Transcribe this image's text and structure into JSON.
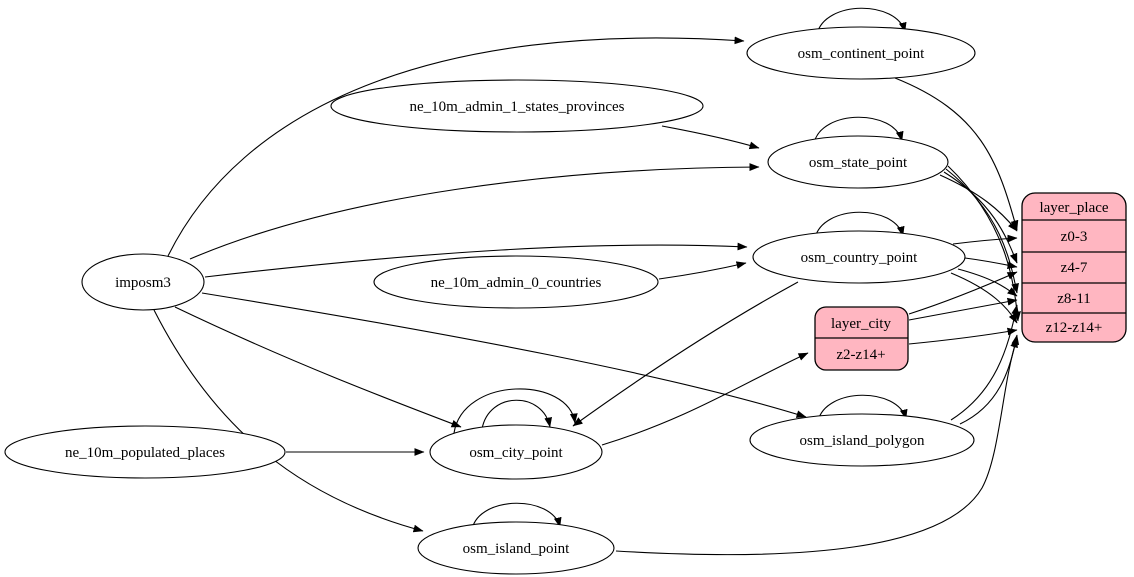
{
  "diagram": {
    "kind": "etl-graph",
    "background_color": "#ffffff",
    "edge_color": "#000000",
    "table_node_fill": "#ffffff",
    "layer_node_fill": "#ffb6c1",
    "nodes": {
      "imposm3": {
        "label": "imposm3",
        "shape": "ellipse"
      },
      "ne_10m_admin_1_states_provinces": {
        "label": "ne_10m_admin_1_states_provinces",
        "shape": "ellipse"
      },
      "ne_10m_admin_0_countries": {
        "label": "ne_10m_admin_0_countries",
        "shape": "ellipse"
      },
      "ne_10m_populated_places": {
        "label": "ne_10m_populated_places",
        "shape": "ellipse"
      },
      "osm_continent_point": {
        "label": "osm_continent_point",
        "shape": "ellipse",
        "self_loops": 1
      },
      "osm_state_point": {
        "label": "osm_state_point",
        "shape": "ellipse",
        "self_loops": 1
      },
      "osm_country_point": {
        "label": "osm_country_point",
        "shape": "ellipse",
        "self_loops": 1
      },
      "osm_city_point": {
        "label": "osm_city_point",
        "shape": "ellipse",
        "self_loops": 2
      },
      "osm_island_polygon": {
        "label": "osm_island_polygon",
        "shape": "ellipse",
        "self_loops": 1
      },
      "osm_island_point": {
        "label": "osm_island_point",
        "shape": "ellipse",
        "self_loops": 1
      },
      "layer_city": {
        "label": "layer_city",
        "shape": "record",
        "rows": [
          "z2-z14+"
        ]
      },
      "layer_place": {
        "label": "layer_place",
        "shape": "record",
        "rows": [
          "z0-3",
          "z4-7",
          "z8-11",
          "z12-z14+"
        ]
      }
    },
    "edges": [
      {
        "from": "imposm3",
        "to": "osm_continent_point"
      },
      {
        "from": "imposm3",
        "to": "osm_state_point"
      },
      {
        "from": "imposm3",
        "to": "osm_country_point"
      },
      {
        "from": "imposm3",
        "to": "osm_city_point"
      },
      {
        "from": "imposm3",
        "to": "osm_island_polygon"
      },
      {
        "from": "imposm3",
        "to": "osm_island_point"
      },
      {
        "from": "ne_10m_admin_1_states_provinces",
        "to": "osm_state_point"
      },
      {
        "from": "ne_10m_admin_0_countries",
        "to": "osm_country_point"
      },
      {
        "from": "ne_10m_populated_places",
        "to": "osm_city_point"
      },
      {
        "from": "osm_country_point",
        "to": "osm_city_point"
      },
      {
        "from": "osm_continent_point",
        "to": "osm_continent_point",
        "self_loop": true
      },
      {
        "from": "osm_state_point",
        "to": "osm_state_point",
        "self_loop": true
      },
      {
        "from": "osm_country_point",
        "to": "osm_country_point",
        "self_loop": true
      },
      {
        "from": "osm_city_point",
        "to": "osm_city_point",
        "self_loop": true
      },
      {
        "from": "osm_city_point",
        "to": "osm_city_point",
        "self_loop": true
      },
      {
        "from": "osm_island_polygon",
        "to": "osm_island_polygon",
        "self_loop": true
      },
      {
        "from": "osm_island_point",
        "to": "osm_island_point",
        "self_loop": true
      },
      {
        "from": "osm_city_point",
        "to": "layer_city",
        "port": "z2-z14+"
      },
      {
        "from": "osm_continent_point",
        "to": "layer_place",
        "port": "z0-3"
      },
      {
        "from": "osm_state_point",
        "to": "layer_place",
        "port": "z0-3"
      },
      {
        "from": "osm_state_point",
        "to": "layer_place",
        "port": "z4-7"
      },
      {
        "from": "osm_state_point",
        "to": "layer_place",
        "port": "z8-11"
      },
      {
        "from": "osm_state_point",
        "to": "layer_place",
        "port": "z12-z14+"
      },
      {
        "from": "osm_country_point",
        "to": "layer_place",
        "port": "z0-3"
      },
      {
        "from": "osm_country_point",
        "to": "layer_place",
        "port": "z4-7"
      },
      {
        "from": "osm_country_point",
        "to": "layer_place",
        "port": "z8-11"
      },
      {
        "from": "osm_country_point",
        "to": "layer_place",
        "port": "z12-z14+"
      },
      {
        "from": "layer_city",
        "to": "layer_place",
        "port": "z4-7"
      },
      {
        "from": "layer_city",
        "to": "layer_place",
        "port": "z8-11"
      },
      {
        "from": "layer_city",
        "to": "layer_place",
        "port": "z12-z14+"
      },
      {
        "from": "osm_island_polygon",
        "to": "layer_place",
        "port": "z8-11"
      },
      {
        "from": "osm_island_polygon",
        "to": "layer_place",
        "port": "z12-z14+"
      },
      {
        "from": "osm_island_point",
        "to": "layer_place",
        "port": "z12-z14+"
      }
    ]
  }
}
